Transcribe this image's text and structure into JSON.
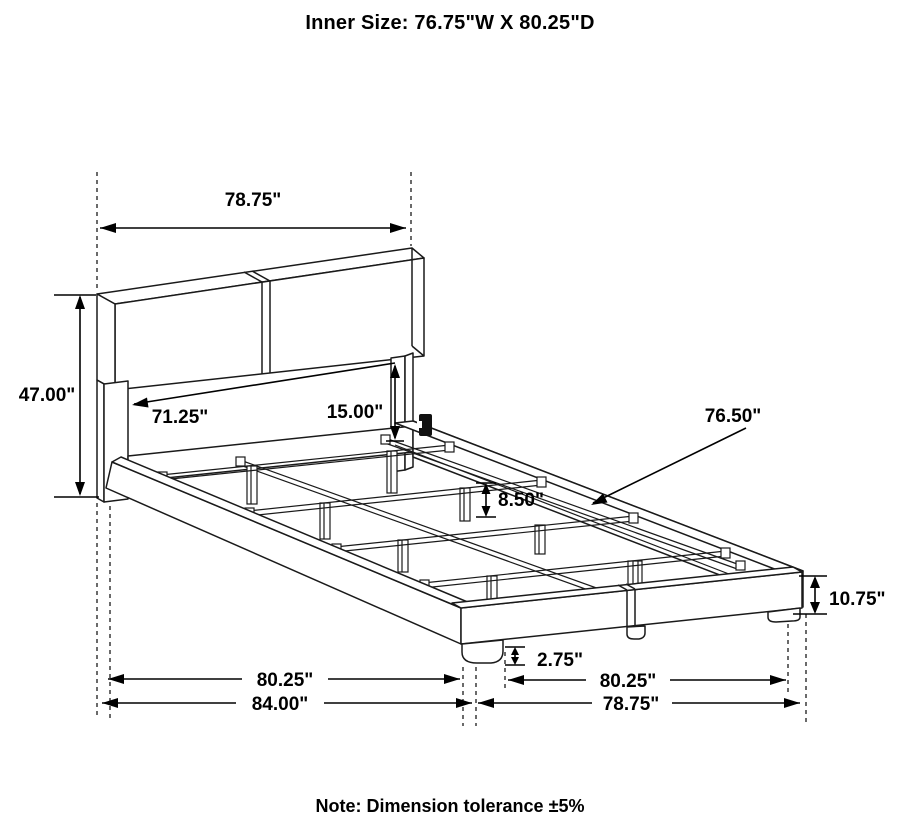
{
  "page": {
    "title": "Inner Size: 76.75\"W X 80.25\"D",
    "note": "Note: Dimension tolerance ±5%"
  },
  "dimensions": {
    "headboard_width": "78.75\"",
    "headboard_height": "47.00\"",
    "inner_width": "71.25\"",
    "panel_height": "15.00\"",
    "support_rail_length": "76.50\"",
    "support_leg_height": "8.50\"",
    "side_rail_height": "10.75\"",
    "foot_height": "2.75\"",
    "inner_depth": "80.25\"",
    "total_depth": "84.00\"",
    "inner_span": "80.25\"",
    "footboard_width": "78.75\""
  },
  "colors": {
    "line": "#1a1a1a",
    "dimension": "#000000",
    "background": "#ffffff"
  }
}
